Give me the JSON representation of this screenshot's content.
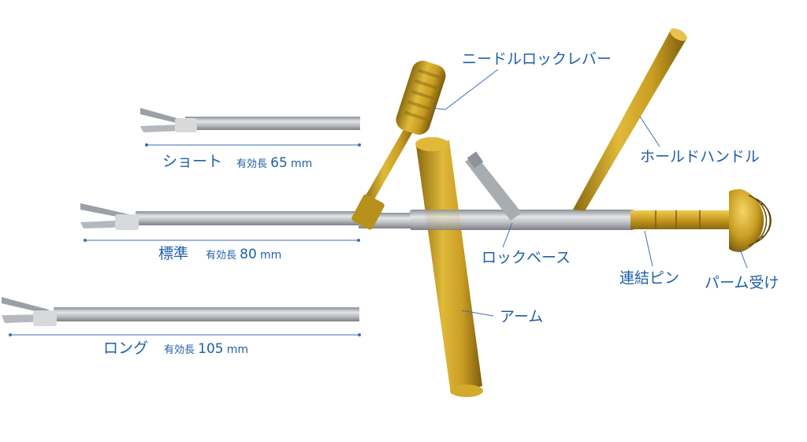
{
  "colors": {
    "label_blue": "#1f5fa8",
    "gold": "#c9a227",
    "steel": "#b8bcc0"
  },
  "variants": [
    {
      "name": "ショート",
      "length_prefix": "有効長",
      "length_value": "65",
      "length_unit": "mm"
    },
    {
      "name": "標準",
      "length_prefix": "有効長",
      "length_value": "80",
      "length_unit": "mm"
    },
    {
      "name": "ロング",
      "length_prefix": "有効長",
      "length_value": "105",
      "length_unit": "mm"
    }
  ],
  "parts": {
    "needle_lock_lever": "ニードルロックレバー",
    "hold_handle": "ホールドハンドル",
    "lock_base": "ロックベース",
    "connecting_pin": "連結ピン",
    "palm_rest": "パーム受け",
    "arm": "アーム"
  }
}
